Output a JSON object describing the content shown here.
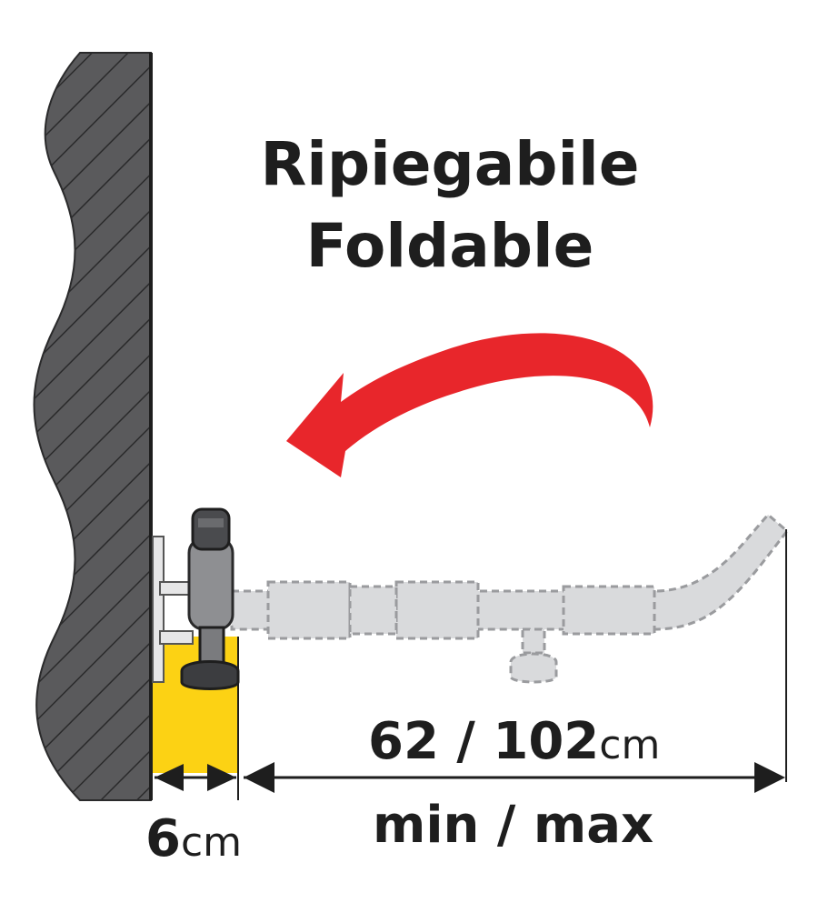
{
  "title_it": "Ripiegabile",
  "title_en": "Foldable",
  "wall_gap": {
    "value": "6",
    "unit": "cm"
  },
  "arm_length": {
    "value": "62 / 102",
    "unit": "cm",
    "note": "min / max"
  },
  "colors": {
    "wall": "#5a5a5c",
    "arrow": "#e8262b",
    "gap_fill": "#fcd214",
    "ghost_arm": "#d9dadc",
    "ghost_outline": "#9a9b9e",
    "post": "#5e5f62"
  }
}
